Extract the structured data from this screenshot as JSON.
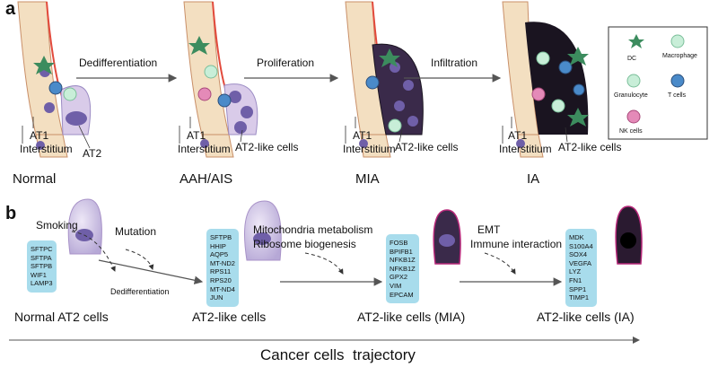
{
  "panel_a": {
    "letter": "a",
    "steps": [
      "Dedifferentiation",
      "Proliferation",
      "Infiltration"
    ],
    "stages": [
      "Normal",
      "AAH/AIS",
      "MIA",
      "IA"
    ],
    "labels": {
      "at1": "AT1",
      "interstitium": "Interstitium",
      "at2": "AT2",
      "at2like": "AT2-like cells"
    },
    "legend": {
      "dc": "DC",
      "macrophage": "Macrophage",
      "granulocyte": "Granulocyte",
      "tcells": "T cells",
      "nk": "NK cells"
    }
  },
  "panel_b": {
    "letter": "b",
    "triggers": {
      "smoking": "Smoking",
      "mutation": "Mutation",
      "mito": "Mitochondria metabolism",
      "ribo": "Ribosome biogenesis",
      "emt": "EMT",
      "immune": "Immune interaction"
    },
    "transition": "Dedifferentiation",
    "genes": [
      [
        "SFTPC",
        "SFTPA",
        "SFTPB",
        "WIF1",
        "LAMP3"
      ],
      [
        "SFTPB",
        "HHIP",
        "AQP5",
        "MT-ND2",
        "RPS11",
        "RPS20",
        "MT-ND4",
        "JUN"
      ],
      [
        "FOSB",
        "BPIFB1",
        "NFKB1Z",
        "NFKB1Z",
        "GPX2",
        "VIM",
        "EPCAM"
      ],
      [
        "MDK",
        "S100A4",
        "SOX4",
        "VEGFA",
        "LYZ",
        "FN1",
        "SPP1",
        "TIMP1"
      ]
    ],
    "cell_labels": [
      "Normal AT2 cells",
      "AT2-like cells",
      "AT2-like cells (MIA)",
      "AT2-like cells (IA)"
    ],
    "trajectory": "Cancer cells  trajectory"
  },
  "colors": {
    "tissue": "#f3dfc1",
    "tissue_edge": "#c98f68",
    "membrane": "#e24a3c",
    "cell": "#bfb3da",
    "nucleus": "#6f5fa8",
    "dark": "#1a1420",
    "box": "#a8dcec"
  }
}
